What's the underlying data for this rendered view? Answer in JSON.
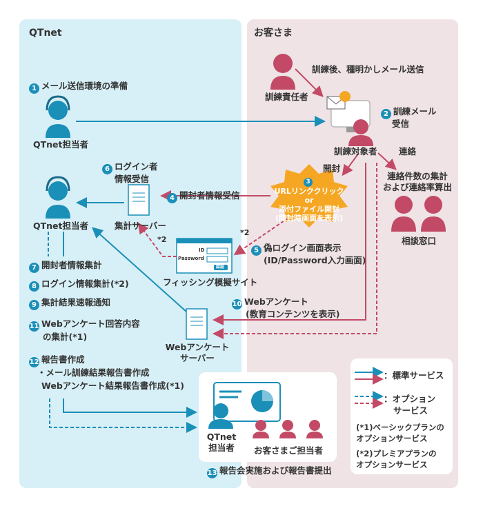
{
  "colors": {
    "teal": "#1a8fb8",
    "rose": "#c24a66",
    "orange": "#f5a623",
    "left_bg": "#d7eff6",
    "right_bg": "#efe3e5"
  },
  "panels": {
    "left": "QTnet",
    "right": "お客さま"
  },
  "steps": {
    "s1": {
      "num": "1",
      "label": "メール送信環境の準備"
    },
    "s2": {
      "num": "2",
      "label_line1": "訓練メール",
      "label_line2": "受信"
    },
    "s3": {
      "num": "3",
      "line1": "URLリンククリック",
      "line2": "or",
      "line3": "添付ファイル開封",
      "line4": "(開封時画面を表示)"
    },
    "s4": {
      "num": "4",
      "label": "開封者情報受信"
    },
    "s5": {
      "num": "5",
      "label_line1": "偽ログイン画面表示",
      "label_line2": "(ID/Password入力画面)"
    },
    "s6": {
      "num": "6",
      "label_line1": "ログイン者",
      "label_line2": "情報受信"
    },
    "s7": {
      "num": "7",
      "label": "開封者情報集計"
    },
    "s8": {
      "num": "8",
      "label": "ログイン情報集計(*2)"
    },
    "s9": {
      "num": "9",
      "label": "集計結果速報通知"
    },
    "s10": {
      "num": "10",
      "label_line1": "Webアンケート",
      "label_line2": "(教育コンテンツを表示)"
    },
    "s11": {
      "num": "11",
      "label_line1": "Webアンケート回答内容",
      "label_line2": "の集計(*1)"
    },
    "s12": {
      "num": "12",
      "label_line1": "報告書作成",
      "label_line2": "・メール訓練結果報告書作成",
      "label_line3": "Webアンケート結果報告書作成(*1)"
    },
    "s13": {
      "num": "13",
      "label": "報告会実施および報告書提出"
    }
  },
  "labels": {
    "qtnet_staff": "QTnet担当者",
    "qtnet_staff2": "QTnet担当者",
    "qtnet_staff3_line1": "QTnet",
    "qtnet_staff3_line2": "担当者",
    "trainer": "訓練責任者",
    "trainer_action": "訓練後、種明かしメール送信",
    "target": "訓練対象者",
    "open": "開封",
    "contact": "連絡",
    "contact_stats_line1": "連絡件数の集計",
    "contact_stats_line2": "および連絡率算出",
    "consult": "相談窓口",
    "agg_server": "集計サーバー",
    "phishing_site": "フィッシング模擬サイト",
    "web_server_line1": "Webアンケート",
    "web_server_line2": "サーバー",
    "star2a": "*2",
    "star2b": "*2",
    "client_staff": "お客さまご担当者",
    "login_id": "ID",
    "login_pw": "Password",
    "login_btn": "認証"
  },
  "legend": {
    "standard": "：標準サービス",
    "option_line1": "：オプション",
    "option_line2": "サービス",
    "note1_line1": "(*1)ベーシックプランの",
    "note1_line2": "オプションサービス",
    "note2_line1": "(*2)プレミアプランの",
    "note2_line2": "オプションサービス"
  }
}
